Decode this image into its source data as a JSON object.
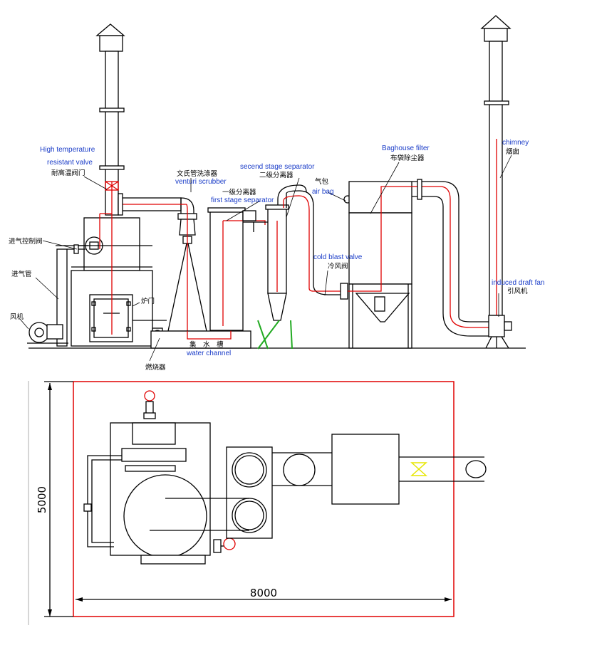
{
  "labels": {
    "high_temp_valve_en_1": "High temperature",
    "high_temp_valve_en_2": "resistant valve",
    "high_temp_valve_cn": "耐高温阀门",
    "venturi_cn": "文氏管洗涤器",
    "venturi_en": "venturi scrubber",
    "second_sep_en": "secend stage separator",
    "second_sep_cn": "二级分离器",
    "first_sep_cn": "一级分离器",
    "first_sep_en": "first stage separator",
    "air_bag_cn": "气包",
    "air_bag_en": "air bag",
    "baghouse_en": "Baghouse filter",
    "baghouse_cn": "布袋除尘器",
    "chimney_en": "chimney",
    "chimney_cn": "烟囱",
    "cold_valve_en": "cold blast valve",
    "cold_valve_cn": "冷风阀",
    "draft_fan_en": "induced draft fan",
    "draft_fan_cn": "引风机",
    "intake_ctrl_cn": "进气控制阀",
    "intake_pipe_cn": "进气管",
    "fan_cn": "风机",
    "furnace_door_cn": "炉门",
    "water_channel_cn": "集　水　槽",
    "water_channel_en": "water channel",
    "burner_cn": "燃烧器"
  },
  "dimensions": {
    "width_mm": "8000",
    "height_mm": "5000"
  },
  "colors": {
    "line": "#000000",
    "flow_path": "#e00000",
    "label_en": "#1a3cc8",
    "support": "#22aa22",
    "valve": "#e6e600"
  }
}
